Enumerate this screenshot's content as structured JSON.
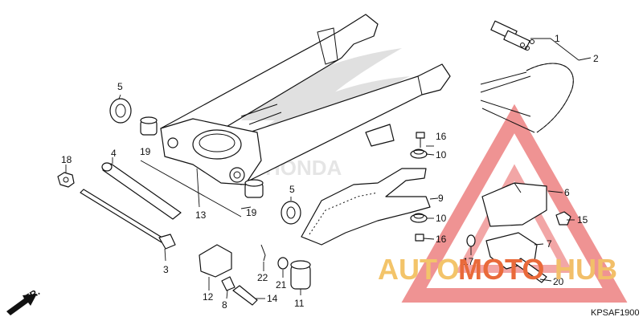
{
  "diagram": {
    "code": "KPSAF1900",
    "front_label": "FR.",
    "part_numbers": [
      "1",
      "2",
      "3",
      "4",
      "5",
      "5",
      "6",
      "7",
      "8",
      "9",
      "10",
      "10",
      "11",
      "12",
      "13",
      "14",
      "15",
      "16",
      "16",
      "17",
      "18",
      "19",
      "19",
      "20",
      "21",
      "22"
    ]
  },
  "watermark": {
    "text_auto": "AUTO",
    "text_moto": "MOTO",
    "text_hub": "HUB",
    "color_triangle": "#e23a3a",
    "color_auto": "#f3c46a",
    "color_moto": "#e96a3a",
    "color_hub": "#f2bf69"
  },
  "background_logo": {
    "text": "HONDA"
  }
}
